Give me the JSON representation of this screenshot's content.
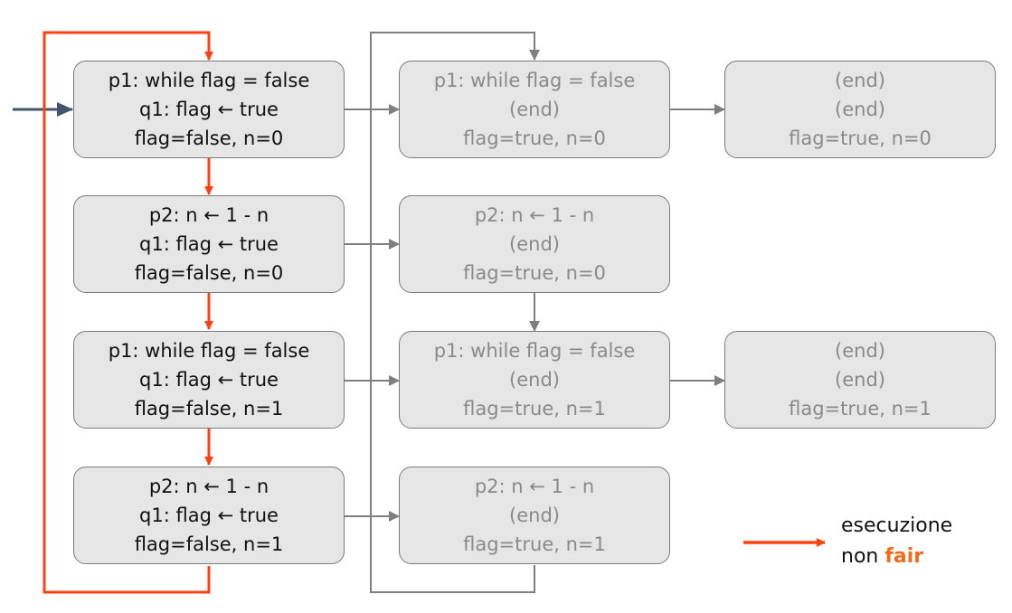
{
  "colors": {
    "highlight": "#ff4013",
    "arrow_gray": "#7f7f7f",
    "entry_arrow": "#44546a",
    "box_fill": "#e6e6e6",
    "fair_word": "#f26b1d"
  },
  "states": [
    {
      "id": "s1",
      "lines": [
        "p1: while flag = false",
        "q1: flag ← true",
        "flag=false, n=0"
      ]
    },
    {
      "id": "s2",
      "lines": [
        "p2: n ← 1 - n",
        "q1: flag ← true",
        "flag=false, n=0"
      ]
    },
    {
      "id": "s3",
      "lines": [
        "p1: while flag = false",
        "q1: flag ← true",
        "flag=false, n=1"
      ]
    },
    {
      "id": "s4",
      "lines": [
        "p2: n ← 1 - n",
        "q1: flag ← true",
        "flag=false, n=1"
      ]
    },
    {
      "id": "s5",
      "lines": [
        "p1: while flag = false",
        "(end)",
        "flag=true, n=0"
      ]
    },
    {
      "id": "s6",
      "lines": [
        "p2: n ← 1 - n",
        "(end)",
        "flag=true, n=0"
      ]
    },
    {
      "id": "s7",
      "lines": [
        "p1: while flag = false",
        "(end)",
        "flag=true, n=1"
      ]
    },
    {
      "id": "s8",
      "lines": [
        "p2: n ← 1 - n",
        "(end)",
        "flag=true, n=1"
      ]
    },
    {
      "id": "s9",
      "lines": [
        "(end)",
        "(end)",
        "flag=true, n=0"
      ]
    },
    {
      "id": "s10",
      "lines": [
        "(end)",
        "(end)",
        "flag=true, n=1"
      ]
    }
  ],
  "legend": {
    "line1": "esecuzione",
    "line2_prefix": "non ",
    "line2_highlight": "fair"
  }
}
